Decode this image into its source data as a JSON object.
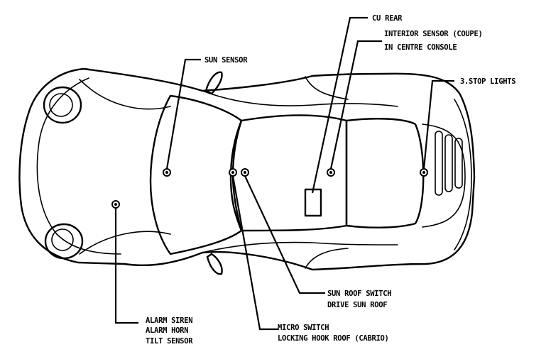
{
  "diagram": {
    "labels": {
      "cu_rear": "CU REAR",
      "interior_sensor_line1": "INTERIOR SENSOR (COUPE)",
      "interior_sensor_line2": "IN CENTRE CONSOLE",
      "sun_sensor": "SUN SENSOR",
      "stop_lights": "3.STOP LIGHTS",
      "sun_roof_switch_line1": "SUN ROOF SWITCH",
      "sun_roof_switch_line2": "DRIVE SUN ROOF",
      "alarm_line1": "ALARM SIREN",
      "alarm_line2": "ALARM HORN",
      "alarm_line3": "TILT SENSOR",
      "micro_switch_line1": "MICRO SWITCH",
      "micro_switch_line2": "LOCKING HOOK ROOF (CABRIO)"
    },
    "colors": {
      "line": "#000000",
      "background": "#ffffff"
    }
  }
}
